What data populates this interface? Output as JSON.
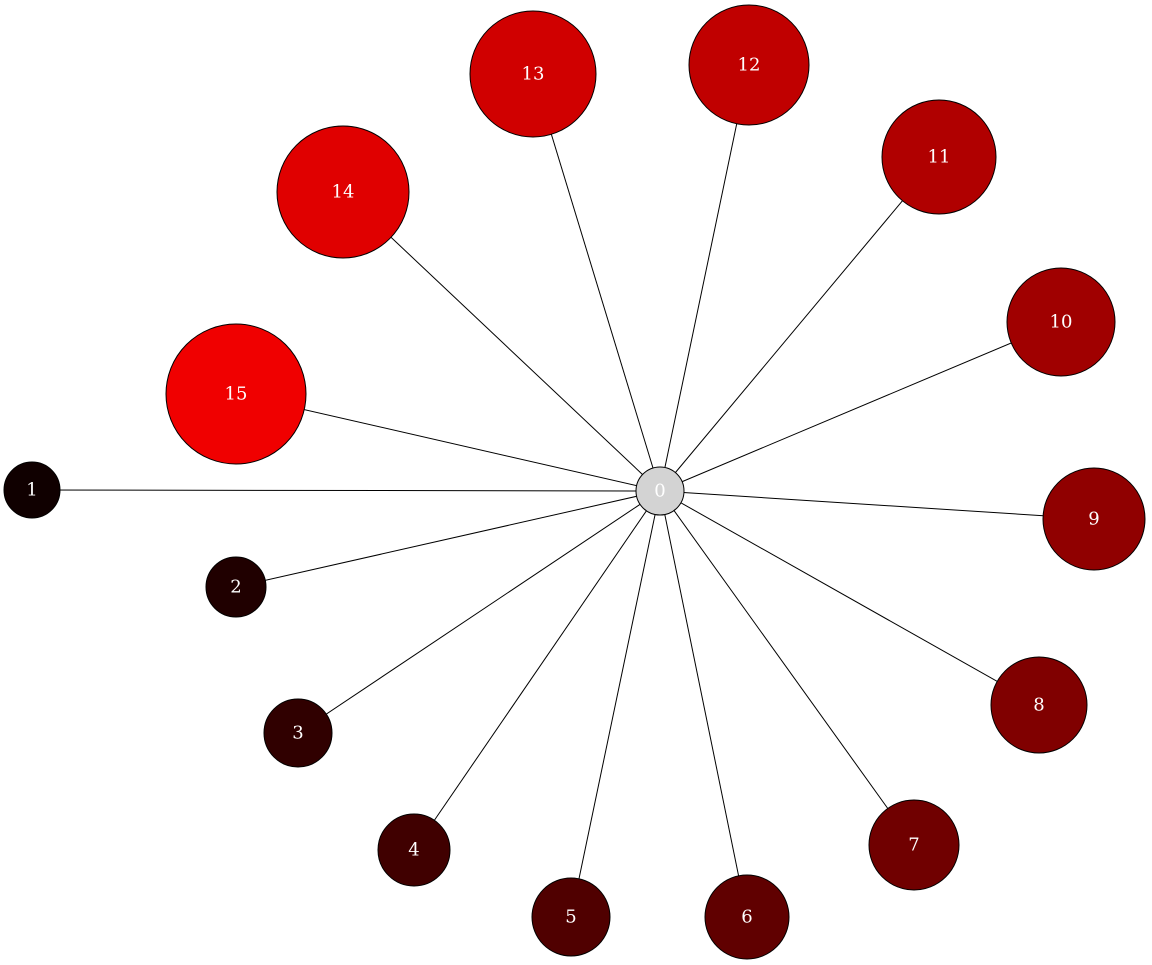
{
  "diagram": {
    "hub": {
      "label": "0",
      "color": "#d3d3d3"
    },
    "nodes": [
      {
        "label": "1",
        "color": "#100000"
      },
      {
        "label": "2",
        "color": "#200000"
      },
      {
        "label": "3",
        "color": "#300000"
      },
      {
        "label": "4",
        "color": "#400000"
      },
      {
        "label": "5",
        "color": "#500000"
      },
      {
        "label": "6",
        "color": "#600000"
      },
      {
        "label": "7",
        "color": "#700000"
      },
      {
        "label": "8",
        "color": "#800000"
      },
      {
        "label": "9",
        "color": "#900000"
      },
      {
        "label": "10",
        "color": "#a00000"
      },
      {
        "label": "11",
        "color": "#b00000"
      },
      {
        "label": "12",
        "color": "#c00000"
      },
      {
        "label": "13",
        "color": "#d00000"
      },
      {
        "label": "14",
        "color": "#e00000"
      },
      {
        "label": "15",
        "color": "#f00000"
      }
    ],
    "edges": [
      [
        "0",
        "1"
      ],
      [
        "0",
        "2"
      ],
      [
        "0",
        "3"
      ],
      [
        "0",
        "4"
      ],
      [
        "0",
        "5"
      ],
      [
        "0",
        "6"
      ],
      [
        "0",
        "7"
      ],
      [
        "0",
        "8"
      ],
      [
        "0",
        "9"
      ],
      [
        "0",
        "10"
      ],
      [
        "0",
        "11"
      ],
      [
        "0",
        "12"
      ],
      [
        "0",
        "13"
      ],
      [
        "0",
        "14"
      ],
      [
        "0",
        "15"
      ]
    ]
  }
}
